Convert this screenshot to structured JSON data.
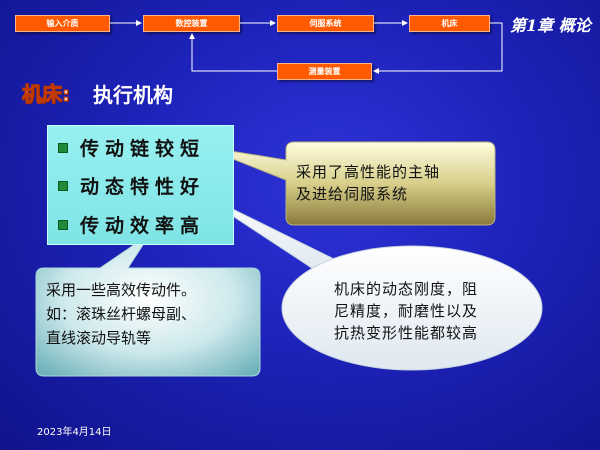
{
  "flow": {
    "input": "输入介质",
    "cnc": "数控装置",
    "servo": "伺服系统",
    "machine": "机床",
    "measure": "测量装置"
  },
  "chapter_title": "第1章 概论",
  "heading": {
    "prefix": "机床:",
    "title": "执行机构"
  },
  "features": [
    "传动链较短",
    "动态特性好",
    "传动效率高"
  ],
  "callouts": {
    "spindle": [
      "采用了高性能的主轴",
      "及进给伺服系统"
    ],
    "components": [
      "采用一些高效传动件。",
      "如：滚珠丝杆螺母副、",
      "直线滚动导轨等"
    ],
    "rigidity": [
      "机床的动态刚度，阻",
      "尼精度，耐磨性以及",
      "抗热变形性能都较高"
    ]
  },
  "date": "2023年4月14日",
  "colors": {
    "background": "#1d22b8",
    "flow_box": "#ff5a00",
    "feature_box": "#8ae8ea",
    "bullet": "#1f8a3a"
  }
}
